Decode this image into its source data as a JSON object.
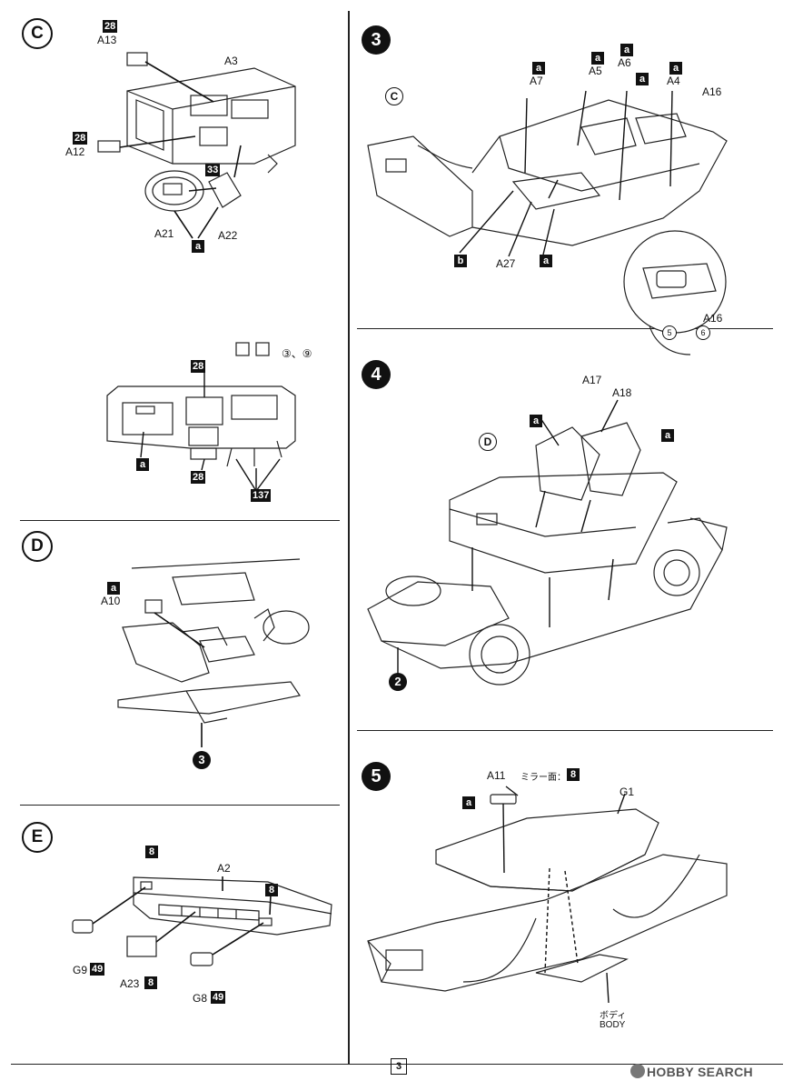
{
  "sections": {
    "c": {
      "letter": "C"
    },
    "d": {
      "letter": "D"
    },
    "e": {
      "letter": "E"
    }
  },
  "steps": {
    "s3": {
      "num": "3"
    },
    "s4": {
      "num": "4"
    },
    "s5": {
      "num": "5"
    }
  },
  "labels": {
    "a13": "A13",
    "a3": "A3",
    "a12": "A12",
    "a21": "A21",
    "a22": "A22",
    "a7": "A7",
    "a5": "A5",
    "a6": "A6",
    "a4": "A4",
    "a16": "A16",
    "a16b": "A16",
    "a27": "A27",
    "a17": "A17",
    "a18": "A18",
    "a10": "A10",
    "a2": "A2",
    "g9": "G9",
    "a23": "A23",
    "g8": "G8",
    "a11": "A11",
    "g1": "G1",
    "mirror": "ミラー面：",
    "body_jp": "ボディ",
    "body_en": "BODY",
    "callout_c": "C",
    "callout_d": "D",
    "ref_3_9": "③、⑨",
    "ref5": "5",
    "ref6": "6"
  },
  "badges": {
    "b28a": "28",
    "b28b": "28",
    "b28c": "28",
    "b28d": "28",
    "b33": "33",
    "b137": "137",
    "a_c1": "a",
    "a_c2": "a",
    "a3_1": "a",
    "a3_2": "a",
    "a3_3": "a",
    "a3_4": "a",
    "a3_5": "a",
    "a3_6": "a",
    "b3": "b",
    "a4_1": "a",
    "a4_2": "a",
    "a_d": "a",
    "a5_1": "a",
    "e8a": "8",
    "e8b": "8",
    "e8c": "8",
    "e49a": "49",
    "e49b": "49",
    "m8": "8"
  },
  "subrefs": {
    "d_to_3": "3",
    "to_2": "2"
  },
  "footer": {
    "page": "3",
    "watermark": "HOBBY SEARCH"
  }
}
